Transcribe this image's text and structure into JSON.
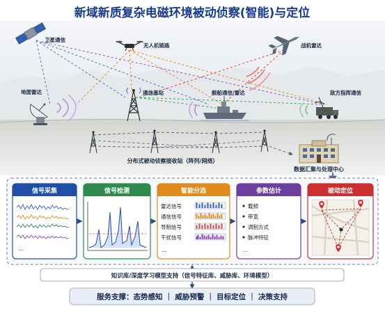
{
  "title": "新域新质复杂电磁环境被动侦察(智能)与定位",
  "scene": {
    "satellite": "卫星通信",
    "uav": "无人机链路",
    "fighter": "战机雷达",
    "ground_radar": "地面雷达",
    "base_station": "通信基站",
    "ship": "舰船通信/雷达",
    "enemy_command": "敌方指挥通信",
    "receiver_network": "分布式被动侦察接收站（阵列/网络）",
    "data_center": "数据汇聚与处理中心"
  },
  "pipeline": {
    "acquisition": {
      "title": "信号采集",
      "ellipsis": "…"
    },
    "detection": {
      "title": "信号检测"
    },
    "sorting": {
      "title": "智能分选",
      "items": [
        "雷达信号",
        "通信信号",
        "导制信号",
        "干扰信号"
      ],
      "ellipsis": "…"
    },
    "estimation": {
      "title": "参数估计",
      "items": [
        "载频",
        "带宽",
        "调制方式",
        "脉冲特征"
      ],
      "ellipsis": "…"
    },
    "localization": {
      "title": "被动定位"
    }
  },
  "knowledge_base": "知识库/深度学习模型支持（信号特征库、威胁库、环境模型）",
  "service": "服务支撑：态势感知 ｜ 威胁预警 ｜ 目标定位 ｜ 决策支持",
  "colors": {
    "title": "#1a3a8c",
    "acquisition": "#1f4fa6",
    "detection": "#2f8a4e",
    "sorting": "#e08a1e",
    "estimation": "#6b3fa0",
    "localization": "#cc2f2f"
  }
}
